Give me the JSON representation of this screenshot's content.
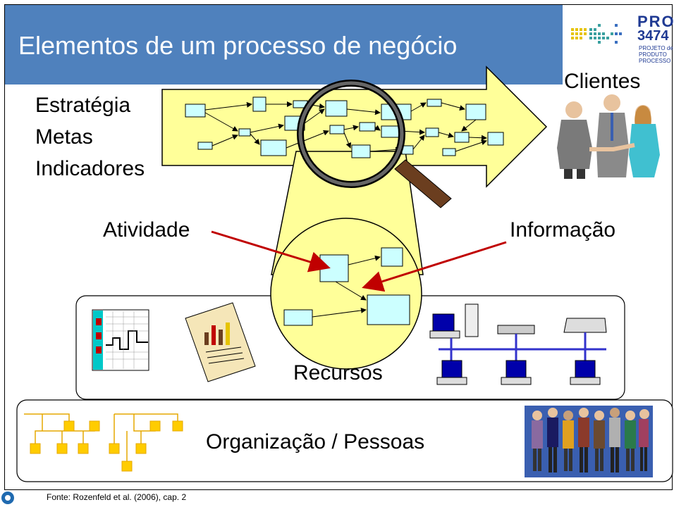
{
  "title": "Elementos de um processo de negócio",
  "logo": {
    "line1": "PRO",
    "line2": "3474",
    "line3a": "PROJETO de",
    "line3b": "PRODUTO",
    "line3c": "PROCESSO"
  },
  "labels": {
    "strategy": "Estratégia",
    "goals": "Metas",
    "indicators": "Indicadores",
    "clients": "Clientes",
    "activity": "Atividade",
    "information": "Informação",
    "resources": "Recursos",
    "organization": "Organização / Pessoas"
  },
  "footer": {
    "source": "Fonte: Rozenfeld et al. (2006), cap. 2"
  },
  "colors": {
    "title_bar": "#4f81bd",
    "arrow_fill": "#ffff99",
    "box_fill": "#ccffff",
    "highlight_arrow": "#c00000",
    "org_box": "#ffcc00"
  }
}
